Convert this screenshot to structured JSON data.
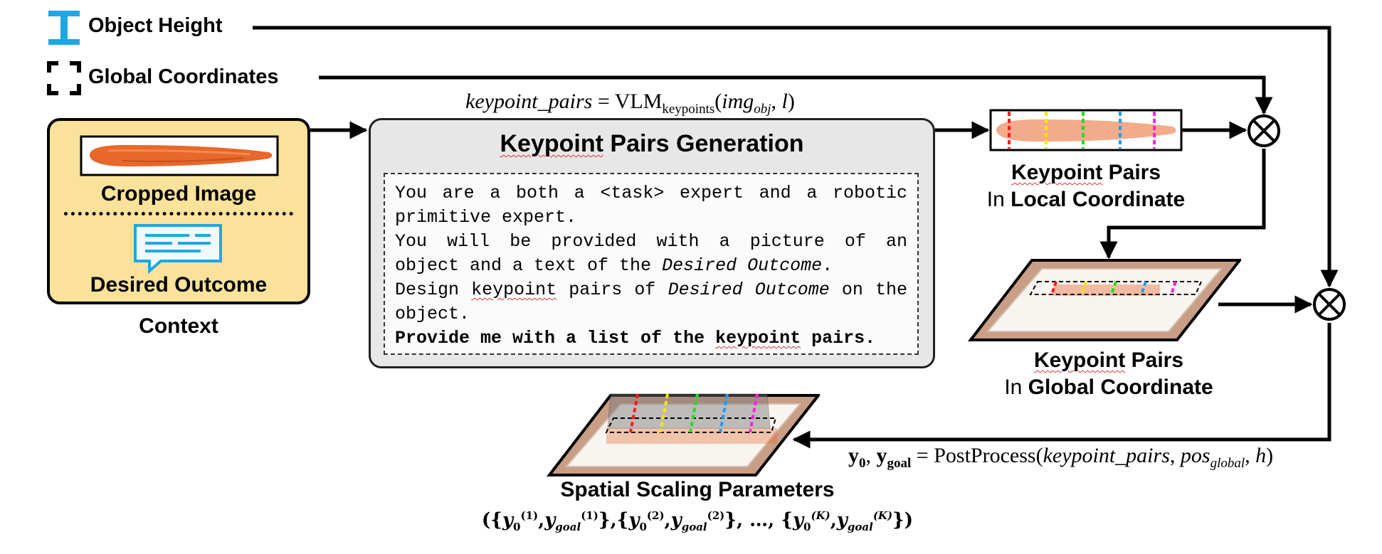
{
  "legend": {
    "object_height": "Object Height",
    "global_coordinates": "Global Coordinates"
  },
  "context": {
    "cropped_image": "Cropped Image",
    "desired_outcome": "Desired Outcome",
    "caption": "Context"
  },
  "generation": {
    "equation_lhs": "keypoint_pairs",
    "equation_eq": "=",
    "equation_func": "VLM",
    "equation_sub": "keypoints",
    "equation_args_open": "(",
    "equation_arg1": "img",
    "equation_arg1_sub": "obj",
    "equation_sep": ", ",
    "equation_arg2": "l",
    "equation_args_close": ")",
    "title_keypoint": "Keypoint",
    "title_rest": " Pairs Generation",
    "prompt": {
      "line1": "You are a both a <task> expert and a robotic primitive expert.",
      "line2_a": "You will be provided with a picture of an object and a text of the ",
      "line2_em": "Desired Outcome",
      "line2_b": ".",
      "line3_a": "Design ",
      "line3_kp": "keypoint",
      "line3_b": " pairs of ",
      "line3_em": "Desired Outcome",
      "line3_c": " on the object.",
      "line4_a": "Provide me with a list of the ",
      "line4_kp": "keypoint",
      "line4_b": " pairs."
    }
  },
  "local_output": {
    "title_keypoint": "Keypoint",
    "title_rest": " Pairs",
    "sub_prefix": "In ",
    "sub_bold": "Local Coordinate"
  },
  "global_output": {
    "title_keypoint": "Keypoint",
    "title_rest": " Pairs",
    "sub_prefix": "In ",
    "sub_bold": "Global Coordinate"
  },
  "postprocess": {
    "lhs_y0": "y",
    "lhs_y0_sub": "0",
    "lhs_sep": ", ",
    "lhs_ygoal": "y",
    "lhs_ygoal_sub": "goal",
    "eq": "=",
    "func": "PostProcess",
    "open": "(",
    "arg1": "keypoint_pairs",
    "sep1": ", ",
    "arg2": "pos",
    "arg2_sub": "global",
    "sep2": ", ",
    "arg3": "h",
    "close": ")"
  },
  "scaling": {
    "title": "Spatial Scaling Parameters",
    "formula": {
      "open": "({",
      "y": "y",
      "sub0": "0",
      "subgoal": "goal",
      "sup1": "(1)",
      "sup2": "(2)",
      "supK": "(K)",
      "comma": ",",
      "close_open": "},{",
      "ellipsis": "}, …, {",
      "close": "})"
    }
  },
  "operators": {
    "combine": "⊗"
  },
  "colors": {
    "context_fill": "#fbe29a",
    "generation_fill": "#e7e7e7",
    "icon_blue": "#1ea7e1",
    "keypoint_lines": [
      "#ff1a1a",
      "#f7e600",
      "#22dd22",
      "#1e9bff",
      "#ff22dd"
    ],
    "carrot": "#e8672a",
    "tray": "#c89e86"
  }
}
